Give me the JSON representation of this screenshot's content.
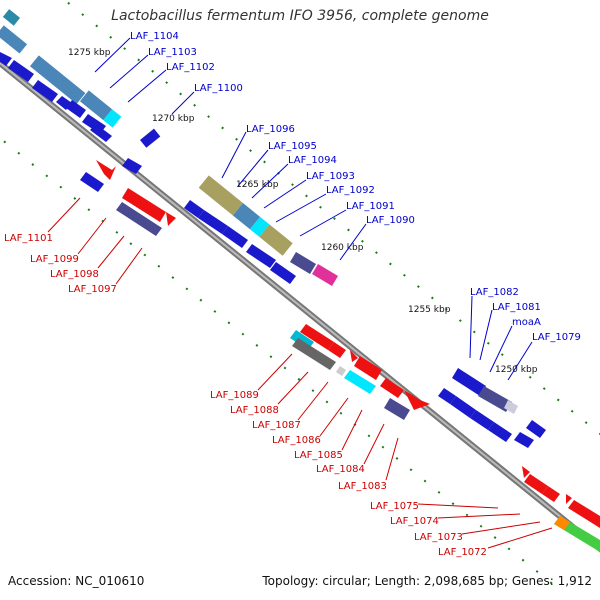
{
  "title": "Lactobacillus fermentum IFO 3956, complete genome",
  "footer": {
    "accession": "Accession: NC_010610",
    "summary": "Topology: circular; Length: 2,098,685 bp; Genes: 1,912"
  },
  "colors": {
    "plus_label": "#0000cc",
    "minus_label": "#cc0000",
    "backbone": "#888888",
    "tick": "#228822"
  },
  "kbp_ticks": [
    {
      "label": "1275 kbp"
    },
    {
      "label": "1270 kbp"
    },
    {
      "label": "1265 kbp"
    },
    {
      "label": "1260 kbp"
    },
    {
      "label": "1255 kbp"
    },
    {
      "label": "1250 kbp"
    }
  ],
  "plus_labels": [
    "LAF_1104",
    "LAF_1103",
    "LAF_1102",
    "LAF_1100",
    "LAF_1096",
    "LAF_1095",
    "LAF_1094",
    "LAF_1093",
    "LAF_1092",
    "LAF_1091",
    "LAF_1090",
    "LAF_1082",
    "LAF_1081",
    "moaA",
    "LAF_1079"
  ],
  "minus_labels": [
    "LAF_1101",
    "LAF_1099",
    "LAF_1098",
    "LAF_1097",
    "LAF_1089",
    "LAF_1088",
    "LAF_1087",
    "LAF_1086",
    "LAF_1085",
    "LAF_1084",
    "LAF_1083",
    "LAF_1075",
    "LAF_1074",
    "LAF_1073",
    "LAF_1072"
  ]
}
